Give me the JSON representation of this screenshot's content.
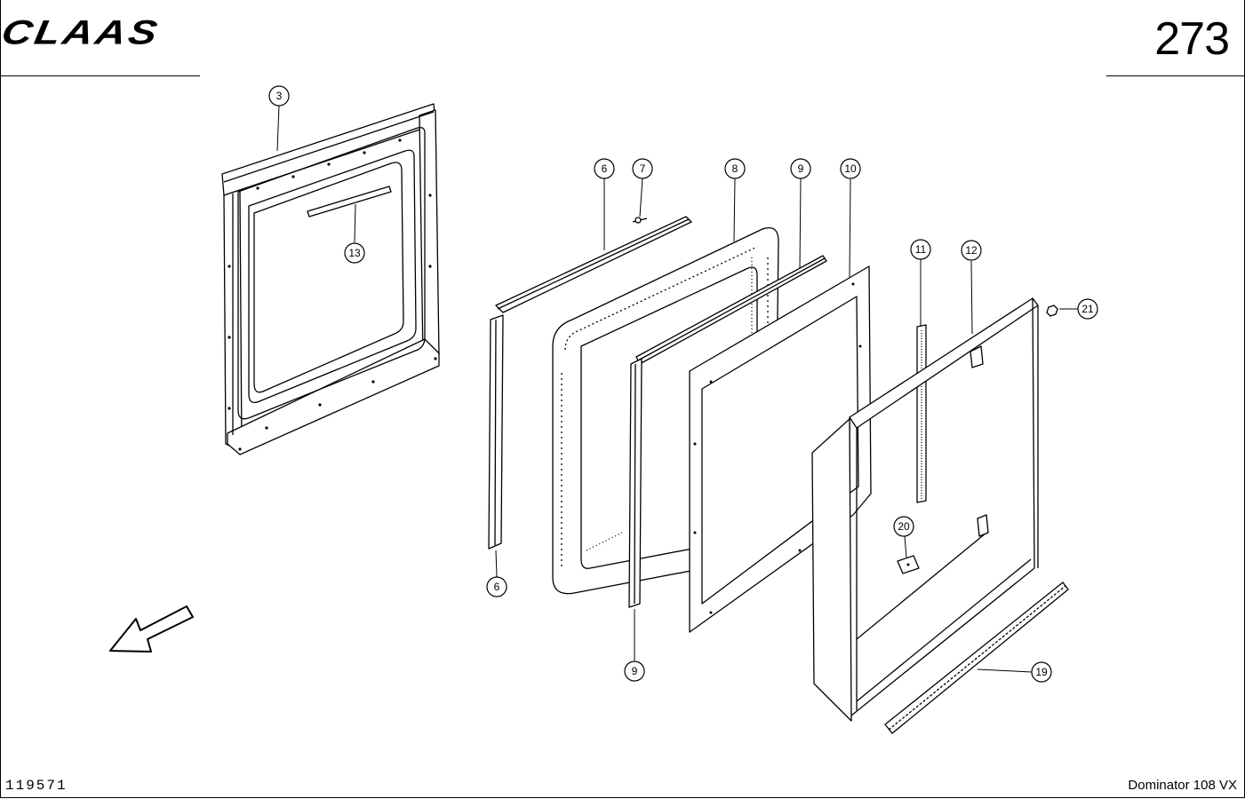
{
  "header": {
    "brand": "CLAAS",
    "page_number": "273"
  },
  "footer": {
    "drawing_number": "119571",
    "model": "Dominator 108 VX"
  },
  "callouts": [
    {
      "id": "callout-3",
      "label": "3"
    },
    {
      "id": "callout-13",
      "label": "13"
    },
    {
      "id": "callout-6-top",
      "label": "6"
    },
    {
      "id": "callout-7",
      "label": "7"
    },
    {
      "id": "callout-8",
      "label": "8"
    },
    {
      "id": "callout-9-top",
      "label": "9"
    },
    {
      "id": "callout-10",
      "label": "10"
    },
    {
      "id": "callout-11",
      "label": "11"
    },
    {
      "id": "callout-12",
      "label": "12"
    },
    {
      "id": "callout-21",
      "label": "21"
    },
    {
      "id": "callout-20",
      "label": "20"
    },
    {
      "id": "callout-6-bottom",
      "label": "6"
    },
    {
      "id": "callout-9-bottom",
      "label": "9"
    },
    {
      "id": "callout-19",
      "label": "19"
    }
  ],
  "icons": {
    "direction": "direction-arrow-icon"
  }
}
